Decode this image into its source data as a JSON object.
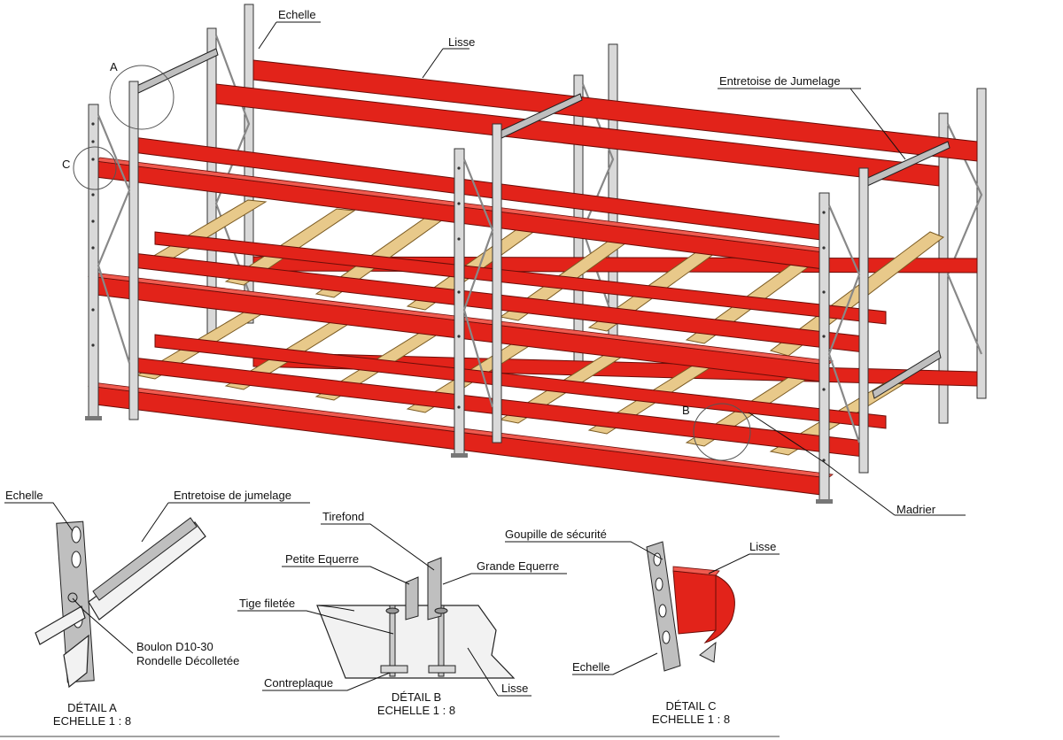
{
  "labels": {
    "echelle_top": "Echelle",
    "lisse_top": "Lisse",
    "entretoise_top": "Entretoise de Jumelage",
    "madrier": "Madrier",
    "detail_a_echelle": "Echelle",
    "detail_a_entretoise": "Entretoise de jumelage",
    "detail_a_boulon": "Boulon D10-30",
    "detail_a_rondelle": "Rondelle Décolletée",
    "detail_b_tirefond": "Tirefond",
    "detail_b_petite": "Petite Equerre",
    "detail_b_grande": "Grande Equerre",
    "detail_b_tige": "Tige filetée",
    "detail_b_contreplaque": "Contreplaque",
    "detail_b_lisse": "Lisse",
    "detail_c_goupille": "Goupille de sécurité",
    "detail_c_lisse": "Lisse",
    "detail_c_echelle": "Echelle"
  },
  "markers": {
    "a": "A",
    "b": "B",
    "c": "C"
  },
  "captions": {
    "detail_a_title": "DÉTAIL A",
    "detail_a_scale": "ECHELLE 1 : 8",
    "detail_b_title": "DÉTAIL B",
    "detail_b_scale": "ECHELLE 1 : 8",
    "detail_c_title": "DÉTAIL C",
    "detail_c_scale": "ECHELLE 1 : 8"
  },
  "colors": {
    "beam": "#e2231a",
    "wood": "#e8c98a",
    "steel": "#d9d9d9"
  }
}
